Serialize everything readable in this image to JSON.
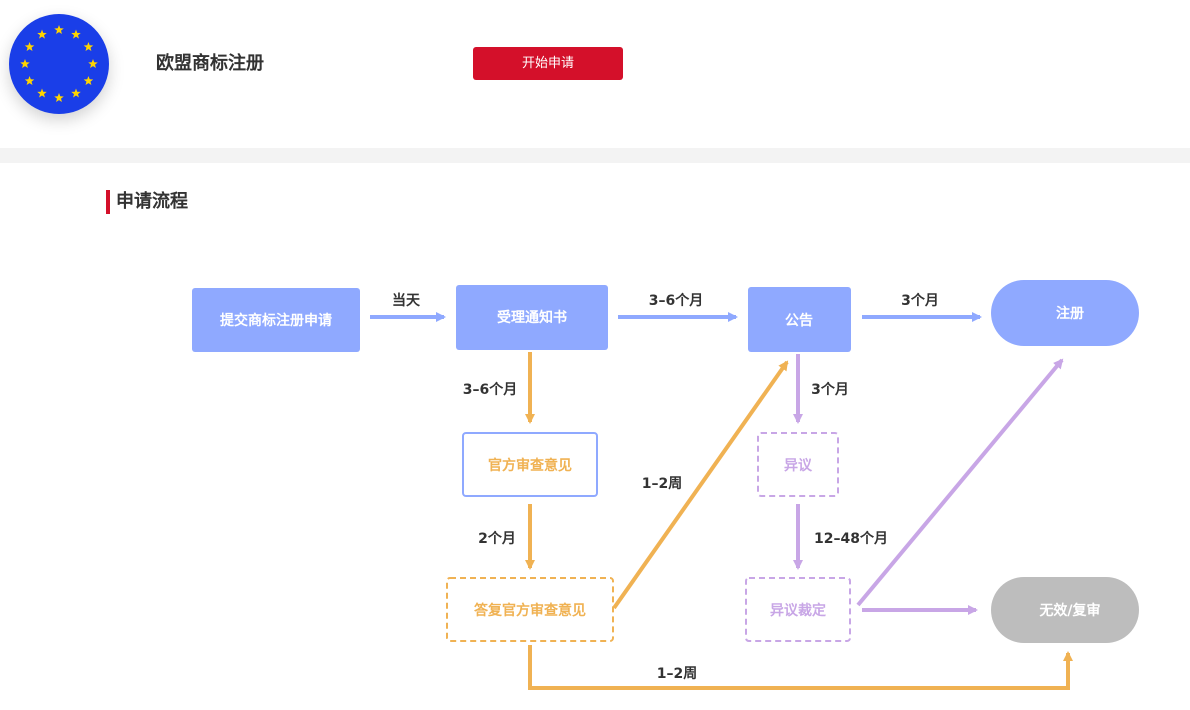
{
  "header": {
    "title": "欧盟商标注册",
    "apply_button": "开始申请",
    "flag_icon": "eu-flag-icon"
  },
  "section": {
    "title": "申请流程"
  },
  "colors": {
    "brand_red": "#d4102a",
    "blue_node": "#8fa9ff",
    "orange_path": "#f0b253",
    "purple_path": "#c8a6e6",
    "grey_node": "#bdbdbd"
  },
  "flow": {
    "nodes": {
      "submit": "提交商标注册申请",
      "receipt": "受理通知书",
      "publication": "公告",
      "registration": "注册",
      "office_action": "官方审查意见",
      "response": "答复官方审查意见",
      "opposition": "异议",
      "opposition_ruling": "异议裁定",
      "invalid": "无效/复审"
    },
    "labels": {
      "submit_to_receipt": "当天",
      "receipt_to_publication": "3–6个月",
      "publication_to_registration": "3个月",
      "receipt_to_office_action": "3–6个月",
      "office_action_to_response": "2个月",
      "response_to_publication": "1–2周",
      "publication_to_opposition": "3个月",
      "opposition_to_ruling": "12–48个月",
      "response_to_invalid": "1–2周"
    }
  }
}
